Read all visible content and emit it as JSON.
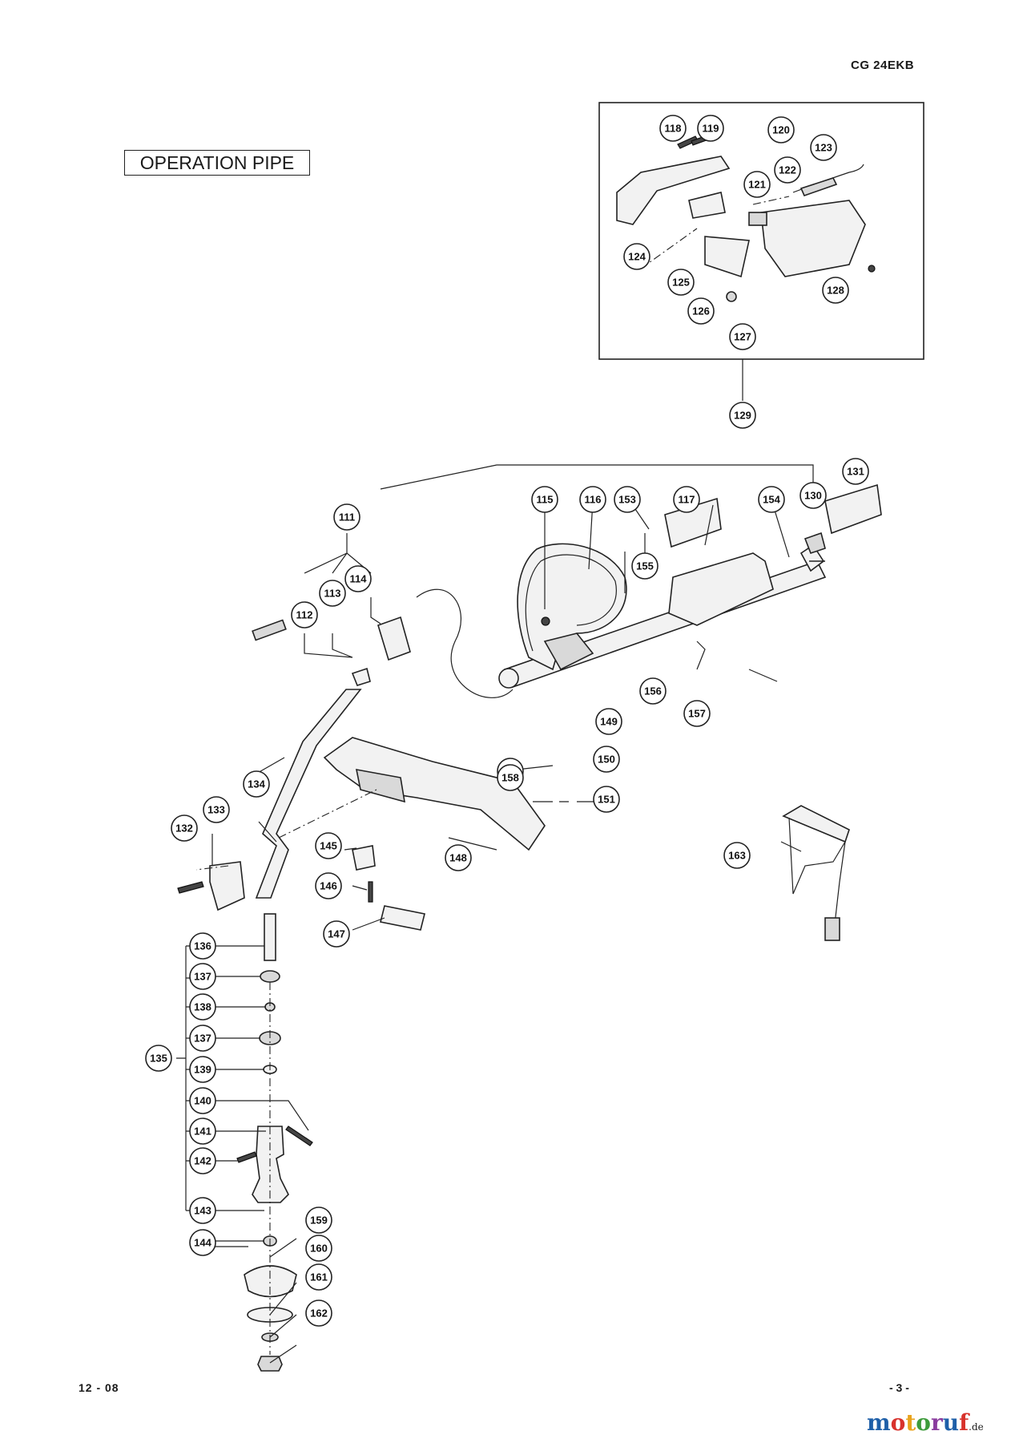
{
  "header": {
    "model": "CG 24EKB"
  },
  "section": {
    "title": "OPERATION PIPE"
  },
  "footer": {
    "date": "12 - 08",
    "page": "- 3 -"
  },
  "watermark": {
    "brand_parts": [
      "m",
      "o",
      "t",
      "o",
      "r",
      "u",
      "f"
    ],
    "suffix": ".de"
  },
  "callouts": [
    "111",
    "112",
    "113",
    "114",
    "115",
    "116",
    "117",
    "118",
    "119",
    "120",
    "121",
    "122",
    "123",
    "124",
    "125",
    "126",
    "127",
    "128",
    "129",
    "130",
    "131",
    "132",
    "133",
    "134",
    "135",
    "136",
    "137",
    "138",
    "139",
    "140",
    "141",
    "142",
    "143",
    "144",
    "145",
    "146",
    "147",
    "148",
    "149",
    "150",
    "151",
    "153",
    "154",
    "155",
    "156",
    "157",
    "158",
    "159",
    "160",
    "161",
    "162",
    "163"
  ]
}
